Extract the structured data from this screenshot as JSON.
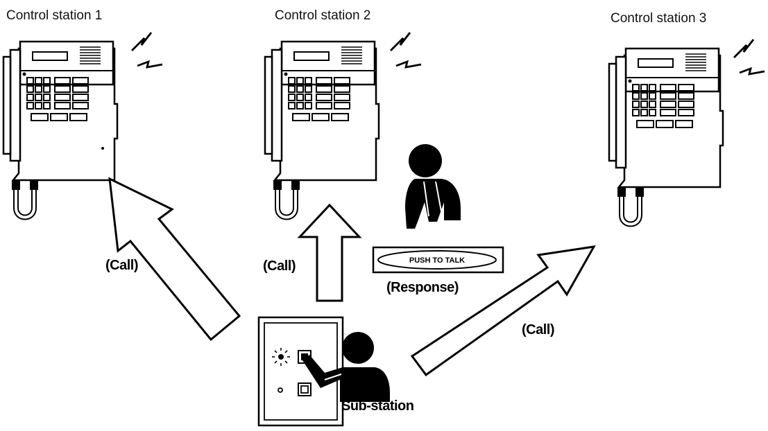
{
  "stations": {
    "cs1": "Control station 1",
    "cs2": "Control station 2",
    "cs3": "Control station 3",
    "sub": "Sub-station"
  },
  "labels": {
    "call_left": "(Call)",
    "call_center": "(Call)",
    "call_right": "(Call)",
    "response": "(Response)",
    "push_to_talk": "PUSH TO TALK"
  },
  "colors": {
    "ink": "#000000",
    "paper": "#ffffff"
  },
  "icons": [
    "telephone-console-icon",
    "ringing-signal-icon",
    "person-icon",
    "call-arrow-icon"
  ]
}
